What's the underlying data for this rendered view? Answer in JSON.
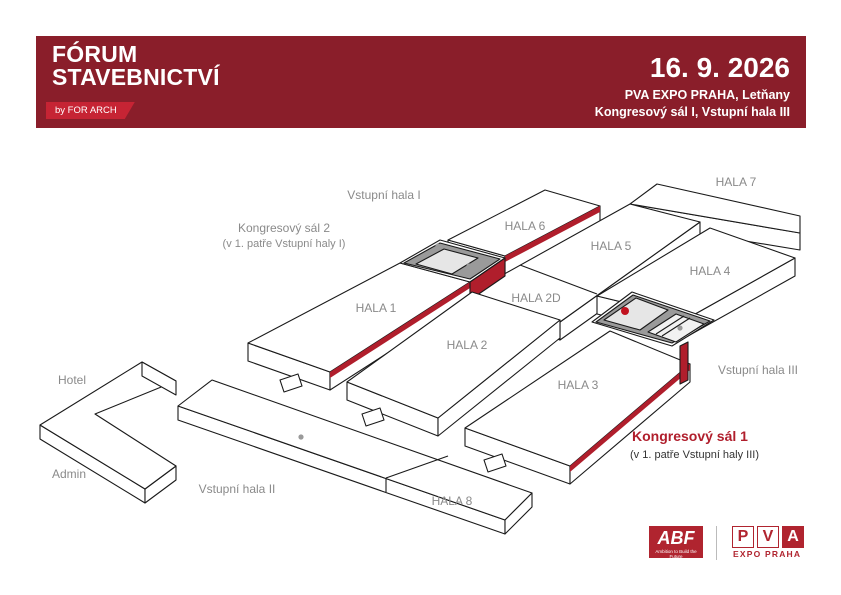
{
  "header": {
    "title_line1": "FÓRUM",
    "title_line2": "STAVEBNICTVÍ",
    "byline": "by FOR ARCH",
    "date": "16. 9. 2026",
    "venue_line1": "PVA EXPO PRAHA, Letňany",
    "venue_line2": "Kongresový sál I, Vstupní hala III"
  },
  "map": {
    "hala1": "HALA 1",
    "hala2": "HALA 2",
    "hala2d": "HALA 2D",
    "hala3": "HALA 3",
    "hala4": "HALA 4",
    "hala5": "HALA 5",
    "hala6": "HALA 6",
    "hala7": "HALA 7",
    "hala8": "HALA 8",
    "vstupni_hala_1": "Vstupní hala I",
    "vstupni_hala_2": "Vstupní hala II",
    "vstupni_hala_3": "Vstupní hala III",
    "kongresovy_sal_2": "Kongresový sál 2",
    "kongresovy_sal_2_note": "(v 1. patře Vstupní haly I)",
    "hotel": "Hotel",
    "admin": "Admin",
    "highlight_title": "Kongresový sál 1",
    "highlight_note": "(v 1. patře Vstupní haly III)"
  },
  "logos": {
    "abf": "ABF",
    "abf_tagline": "Ambition to Build the Future",
    "pva_letters": [
      "P",
      "V",
      "A"
    ],
    "pva_sub": "EXPO PRAHA"
  },
  "colors": {
    "brand": "#8a1e2a",
    "accent": "#b01e2c"
  }
}
